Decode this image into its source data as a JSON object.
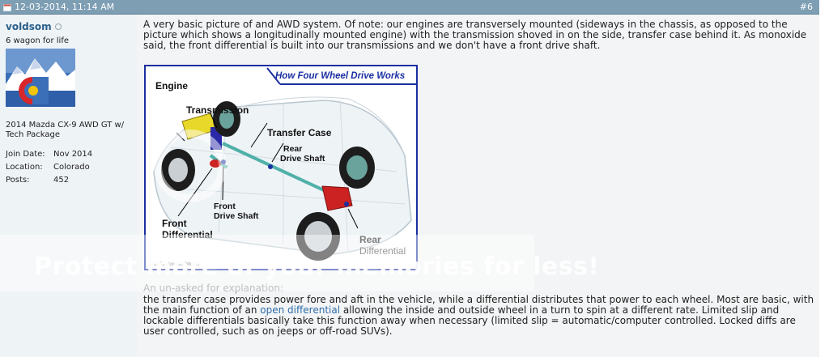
{
  "post": {
    "date": "12-03-2014, 11:14 AM",
    "number": "#6"
  },
  "user": {
    "name": "voldsom",
    "title": "6 wagon for life",
    "ride": "2014 Mazda CX-9 AWD GT w/ Tech Package",
    "stats": [
      {
        "label": "Join Date:",
        "value": "Nov 2014"
      },
      {
        "label": "Location:",
        "value": "Colorado"
      },
      {
        "label": "Posts:",
        "value": "452"
      }
    ]
  },
  "message": {
    "paragraph": "A very basic picture of and AWD system. Of note: our engines are transversely mounted (sideways in the chassis, as opposed to the picture which shows a longitudinally mounted engine) with the transmission shoved in on the side, transfer case behind it. As monoxide said, the front differential is built into our transmissions and we don't have a front drive shaft.",
    "figure": {
      "title": "How Four Wheel Drive Works",
      "labels": {
        "engine": "Engine",
        "transmission": "Transmission",
        "transfer_case": "Transfer Case",
        "rear_drive_shaft_1": "Rear",
        "rear_drive_shaft_2": "Drive Shaft",
        "front_drive_shaft_1": "Front",
        "front_drive_shaft_2": "Drive Shaft",
        "front_diff_1": "Front",
        "front_diff_2": "Differential",
        "rear_diff_1": "Rear",
        "rear_diff_2": "Differential"
      },
      "copyright": "© 2001 HowStuffWorks"
    },
    "explain_heading": "An un-asked for explanation:",
    "explain_before_link": "the transfer case provides power fore and aft in the vehicle, while a differential distributes that power to each wheel. Most are basic, with the main function of an ",
    "explain_link": "open differential",
    "explain_after_link": " allowing the inside and outside wheel in a turn to spin at a different rate. Limited slip and lockable differentials basically take this function away when necessary (limited slip = automatic/computer controlled. Locked diffs are user controlled, such as on jeeps or off-road SUVs)."
  },
  "watermark": {
    "text": "Protect more of your memories for less!"
  },
  "icons": {
    "date": "calendar-icon",
    "status": "offline-status-icon"
  },
  "colors": {
    "header": "#7d9eb3",
    "username": "#2b5f8a",
    "link": "#2f6aa8",
    "figure_border": "#1b2fa0"
  }
}
